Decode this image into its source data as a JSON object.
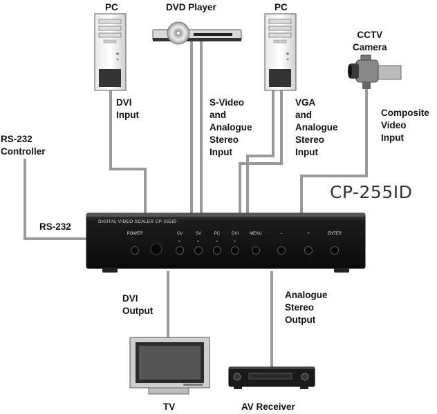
{
  "devices": {
    "pc_left": "PC",
    "dvd_player": "DVD Player",
    "pc_right": "PC",
    "cctv_camera": [
      "CCTV",
      "Camera"
    ],
    "rs232_controller": [
      "RS-232",
      "Controller"
    ],
    "tv": "TV",
    "av_receiver": "AV Receiver"
  },
  "connections": {
    "dvi_input": [
      "DVI",
      "Input"
    ],
    "svideo_input": [
      "S-Video",
      "and",
      "Analogue",
      "Stereo",
      "Input"
    ],
    "vga_input": [
      "VGA",
      "and",
      "Analogue",
      "Stereo",
      "Input"
    ],
    "composite_input": [
      "Composite",
      "Video",
      "Input"
    ],
    "rs232": "RS-232",
    "dvi_output": [
      "DVI",
      "Output"
    ],
    "analogue_output": [
      "Analogue",
      "Stereo",
      "Output"
    ]
  },
  "scaler": {
    "model_large": "CP-255ID",
    "front_title": "DIGITAL VIDEO SCALER CP-255ID",
    "buttons": [
      "POWER",
      "CV",
      "SV",
      "PC",
      "DVI",
      "MENU",
      "–",
      "+",
      "ENTER"
    ]
  }
}
